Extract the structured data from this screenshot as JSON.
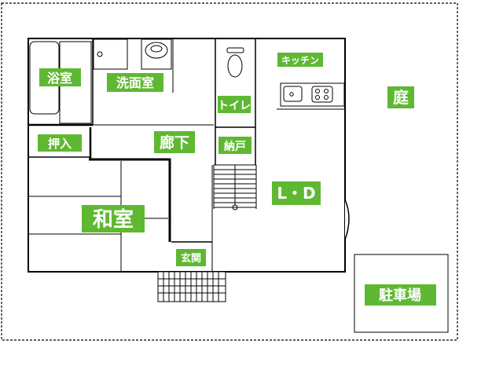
{
  "floorplan": {
    "rooms": {
      "bath": "浴室",
      "washroom": "洗面室",
      "toilet": "トイレ",
      "kitchen": "キッチン",
      "garden": "庭",
      "closet": "押入",
      "hallway": "廊下",
      "storage": "納戸",
      "living_dining": "L・D",
      "japanese_room": "和室",
      "entrance": "玄関",
      "parking": "駐車場"
    },
    "colors": {
      "label_background": "#5fb832",
      "label_text": "#ffffff",
      "wall": "#000000"
    }
  }
}
